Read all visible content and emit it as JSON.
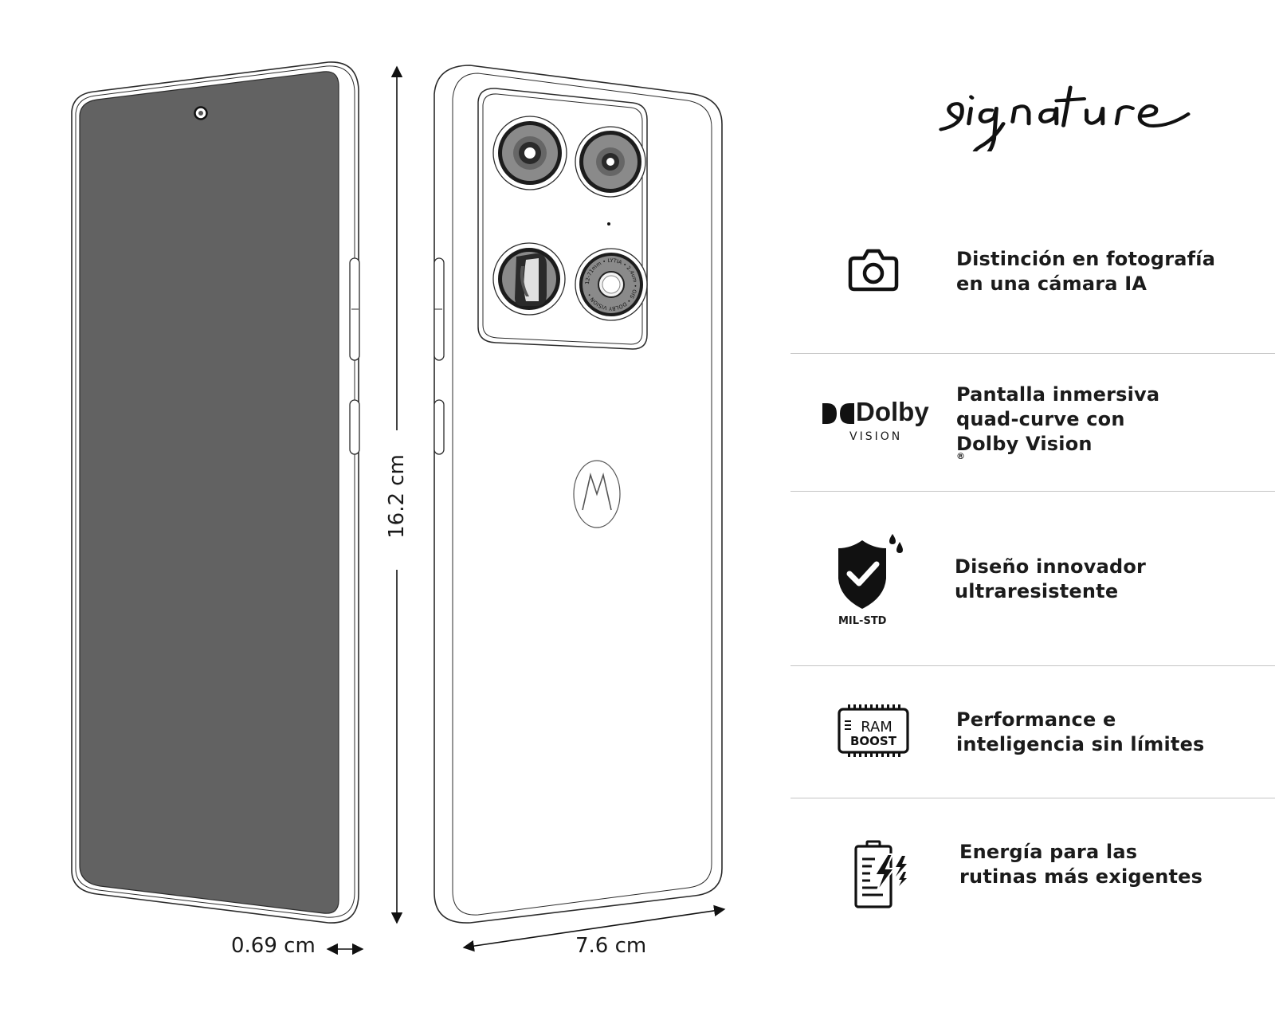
{
  "brand": {
    "logo_text": "signature"
  },
  "dimensions": {
    "height": "16.2 cm",
    "thickness": "0.69 cm",
    "width": "7.6 cm"
  },
  "camera_lens_text": "12-71mm • LYTIA • 2.4um • OIS • DOLBY VISION •",
  "features": [
    {
      "icon": "camera-icon",
      "lines": [
        "Distinción en fotografía",
        "en una cámara IA"
      ]
    },
    {
      "icon": "dolby-vision-icon",
      "icon_text": "Dolby",
      "icon_subtext": "VISION",
      "lines": [
        "Pantalla inmersiva",
        "quad-curve con",
        "Dolby Vision"
      ],
      "trademark": "®"
    },
    {
      "icon": "mil-std-shield-icon",
      "icon_text": "MIL-STD",
      "lines": [
        "Diseño innovador",
        "ultraresistente"
      ]
    },
    {
      "icon": "ram-boost-icon",
      "icon_text": "RAM",
      "icon_subtext": "BOOST",
      "lines": [
        "Performance e",
        "inteligencia sin límites"
      ]
    },
    {
      "icon": "battery-charge-icon",
      "lines": [
        "Energía para las",
        "rutinas más exigentes"
      ]
    }
  ],
  "colors": {
    "screen": "#626262",
    "outline": "#2b2b2b",
    "divider": "#c4c4c4",
    "text": "#1b1b1b"
  }
}
